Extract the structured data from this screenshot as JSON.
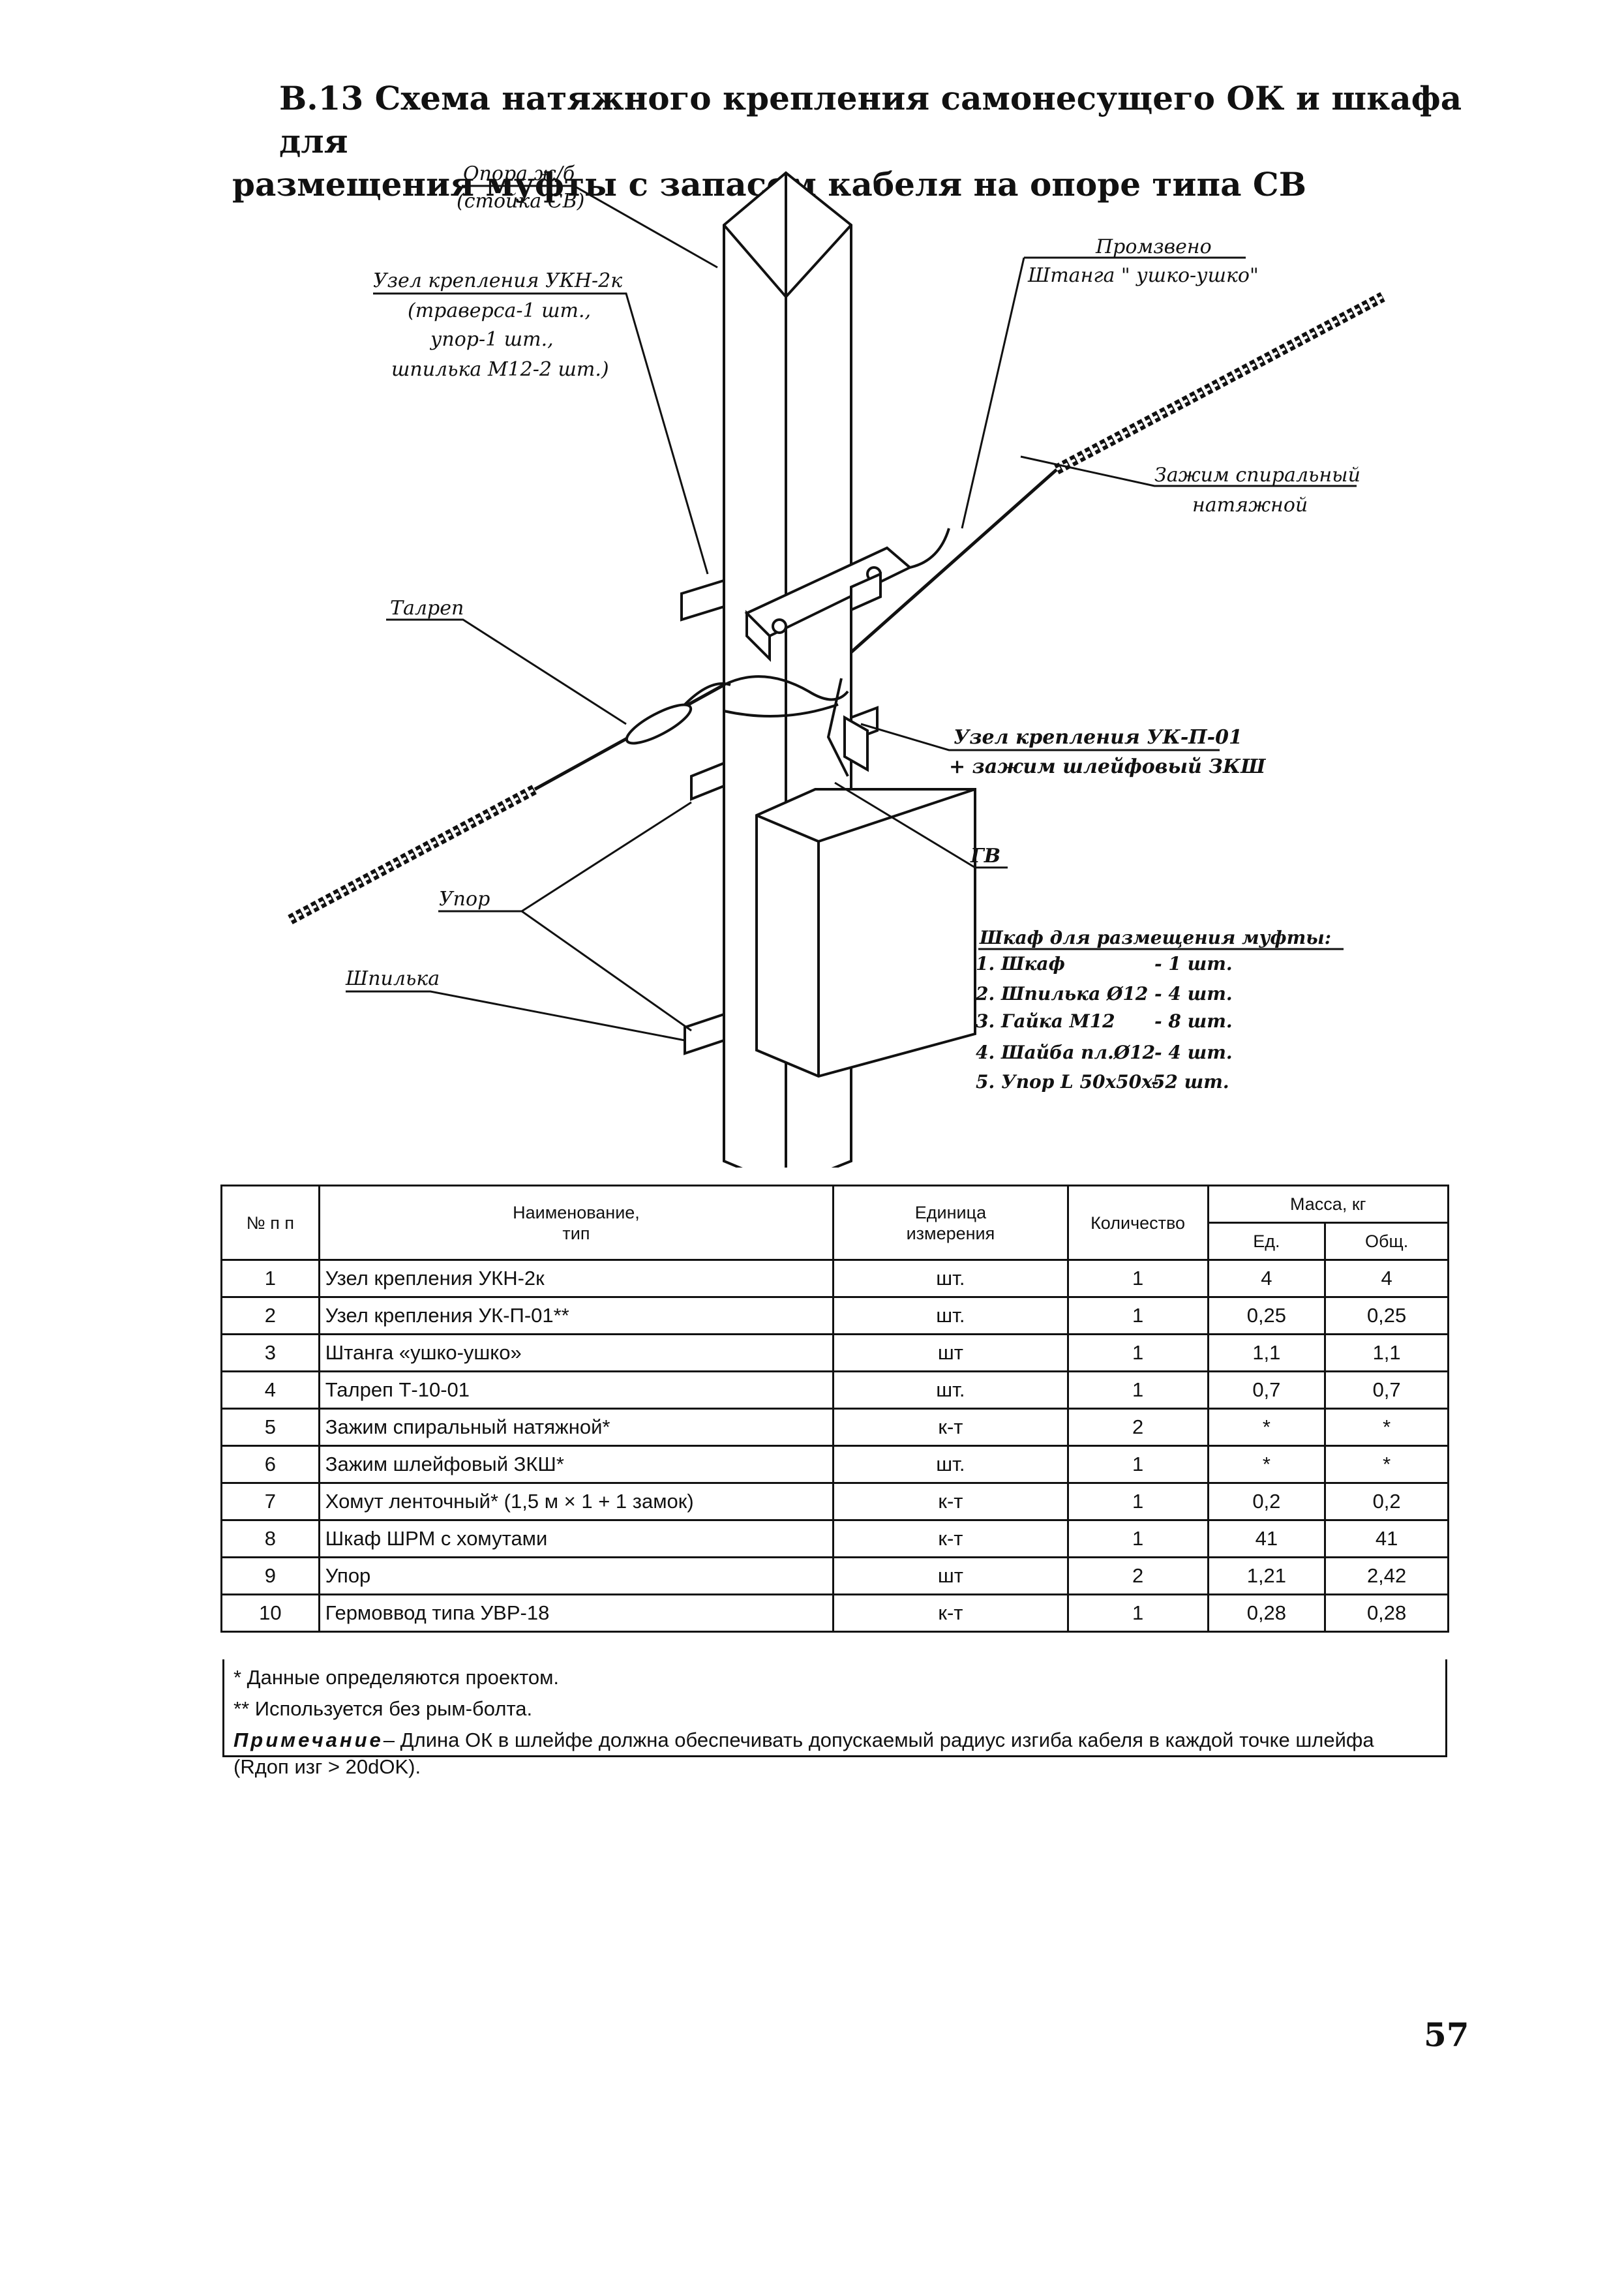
{
  "title": {
    "line1": "В.13 Схема натяжного крепления самонесущего ОК и шкафа для",
    "line2": "размещения муфты с запасом кабеля на опоре типа СВ"
  },
  "diagram": {
    "labels": {
      "pole_1": "Опора ж/б",
      "pole_2": "(стойка СВ)",
      "node_ukn_1": "Узел крепления УКН-2к",
      "node_ukn_2": "(траверса-1 шт.,",
      "node_ukn_3": "упор-1 шт.,",
      "node_ukn_4": "шпилька М12-2 шт.)",
      "made_1": "Промзвено",
      "made_2": "Штанга \" ушко-ушко\"",
      "clamp_1": "Зажим спиральный",
      "clamp_2": "натяжной",
      "turnbuckle": "Талреп",
      "node_ukp_1": "Узел крепления УК-П-01",
      "node_ukp_2": "+ зажим шлейфовый ЗКШ",
      "gv": "ГВ",
      "stop": "Упор",
      "stud": "Шпилька"
    },
    "cabinet_spec": {
      "header": "Шкаф для размещения муфты:",
      "items": [
        {
          "name": "1. Шкаф",
          "qty": "- 1 шт."
        },
        {
          "name": "2. Шпилька Ø12",
          "qty": "- 4 шт."
        },
        {
          "name": "3. Гайка М12",
          "qty": "- 8 шт."
        },
        {
          "name": "4. Шайба пл.Ø12",
          "qty": "- 4 шт."
        },
        {
          "name": "5. Упор L 50x50x5",
          "qty": "- 2 шт."
        }
      ]
    }
  },
  "table": {
    "headers": {
      "num": "№ п п",
      "name_1": "Наименование,",
      "name_2": "тип",
      "unit_1": "Единица",
      "unit_2": "измерения",
      "qty": "Количество",
      "mass": "Масса, кг",
      "mass_unit": "Ед.",
      "mass_total": "Общ."
    },
    "rows": [
      {
        "n": "1",
        "name": "Узел крепления УКН-2к",
        "unit": "шт.",
        "qty": "1",
        "m1": "4",
        "m2": "4"
      },
      {
        "n": "2",
        "name": "Узел крепления УК-П-01**",
        "unit": "шт.",
        "qty": "1",
        "m1": "0,25",
        "m2": "0,25"
      },
      {
        "n": "3",
        "name": "Штанга «ушко-ушко»",
        "unit": "шт",
        "qty": "1",
        "m1": "1,1",
        "m2": "1,1"
      },
      {
        "n": "4",
        "name": "Талреп Т-10-01",
        "unit": "шт.",
        "qty": "1",
        "m1": "0,7",
        "m2": "0,7"
      },
      {
        "n": "5",
        "name": "Зажим спиральный натяжной*",
        "unit": "к-т",
        "qty": "2",
        "m1": "*",
        "m2": "*"
      },
      {
        "n": "6",
        "name": "Зажим шлейфовый ЗКШ*",
        "unit": "шт.",
        "qty": "1",
        "m1": "*",
        "m2": "*"
      },
      {
        "n": "7",
        "name": "Хомут ленточный* (1,5 м × 1 + 1 замок)",
        "unit": "к-т",
        "qty": "1",
        "m1": "0,2",
        "m2": "0,2"
      },
      {
        "n": "8",
        "name": "Шкаф ШРМ с хомутами",
        "unit": "к-т",
        "qty": "1",
        "m1": "41",
        "m2": "41"
      },
      {
        "n": "9",
        "name": "Упор",
        "unit": "шт",
        "qty": "2",
        "m1": "1,21",
        "m2": "2,42"
      },
      {
        "n": "10",
        "name": "Гермоввод типа УВР-18",
        "unit": "к-т",
        "qty": "1",
        "m1": "0,28",
        "m2": "0,28"
      }
    ],
    "notes": {
      "n1": "* Данные определяются проектом.",
      "n2": "** Используется без рым-болта.",
      "remark_label": "Примечание",
      "remark_text": "– Длина ОК в шлейфе должна обеспечивать допускаемый радиус изгиба кабеля в каждой точке шлейфа",
      "remark_formula": "(Rдоп изг > 20dOK)."
    }
  },
  "page_number": "57"
}
